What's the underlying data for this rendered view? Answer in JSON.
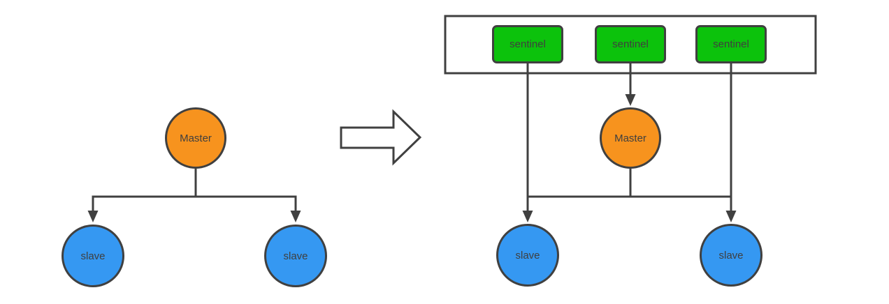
{
  "left_diagram": {
    "master": {
      "label": "Master"
    },
    "slaves": [
      {
        "label": "slave"
      },
      {
        "label": "slave"
      }
    ]
  },
  "right_diagram": {
    "sentinels": [
      {
        "label": "sentinel"
      },
      {
        "label": "sentinel"
      },
      {
        "label": "sentinel"
      }
    ],
    "master": {
      "label": "Master"
    },
    "slaves": [
      {
        "label": "slave"
      },
      {
        "label": "slave"
      }
    ]
  },
  "colors": {
    "master_fill": "#f7931e",
    "slave_fill": "#3598f2",
    "sentinel_fill": "#0cc20c",
    "outline": "#404040",
    "background": "#ffffff",
    "label_text": "#3f3f3f"
  }
}
